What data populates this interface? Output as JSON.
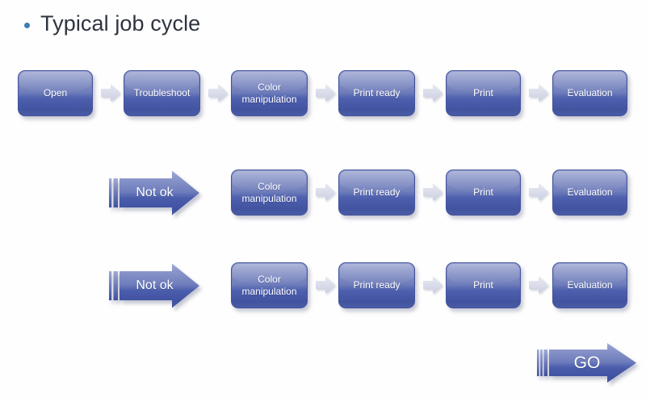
{
  "slide": {
    "title": "Typical job cycle",
    "bullet_color": "#3b7fb5",
    "background": "#ffffff"
  },
  "theme": {
    "box_gradient_top": "#9aa4d0",
    "box_gradient_bottom": "#42549f",
    "box_text_color": "#ffffff",
    "chevron_color": "#d9dbe9",
    "arrow_gradient_top": "#8d98cc",
    "arrow_gradient_bottom": "#3f51a0",
    "title_color": "#2e3440"
  },
  "rows": [
    {
      "name": "row-1-full-cycle",
      "lead_arrow": null,
      "steps": [
        {
          "label": "Open",
          "lines": [
            "Open"
          ]
        },
        {
          "label": "Troubleshoot",
          "lines": [
            "Troubleshoot"
          ]
        },
        {
          "label": "Color manipulation",
          "lines": [
            "Color",
            "manipulation"
          ]
        },
        {
          "label": "Print ready",
          "lines": [
            "Print ready"
          ]
        },
        {
          "label": "Print",
          "lines": [
            "Print"
          ]
        },
        {
          "label": "Evaluation",
          "lines": [
            "Evaluation"
          ]
        }
      ]
    },
    {
      "name": "row-2-rework",
      "lead_arrow": {
        "label": "Not ok",
        "icon": "striped-right-arrow-icon"
      },
      "steps": [
        {
          "label": "Color manipulation",
          "lines": [
            "Color",
            "manipulation"
          ]
        },
        {
          "label": "Print ready",
          "lines": [
            "Print ready"
          ]
        },
        {
          "label": "Print",
          "lines": [
            "Print"
          ]
        },
        {
          "label": "Evaluation",
          "lines": [
            "Evaluation"
          ]
        }
      ]
    },
    {
      "name": "row-3-rework",
      "lead_arrow": {
        "label": "Not ok",
        "icon": "striped-right-arrow-icon"
      },
      "steps": [
        {
          "label": "Color manipulation",
          "lines": [
            "Color",
            "manipulation"
          ]
        },
        {
          "label": "Print ready",
          "lines": [
            "Print ready"
          ]
        },
        {
          "label": "Print",
          "lines": [
            "Print"
          ]
        },
        {
          "label": "Evaluation",
          "lines": [
            "Evaluation"
          ]
        }
      ]
    }
  ],
  "final_arrow": {
    "label": "GO",
    "icon": "striped-right-arrow-icon"
  }
}
